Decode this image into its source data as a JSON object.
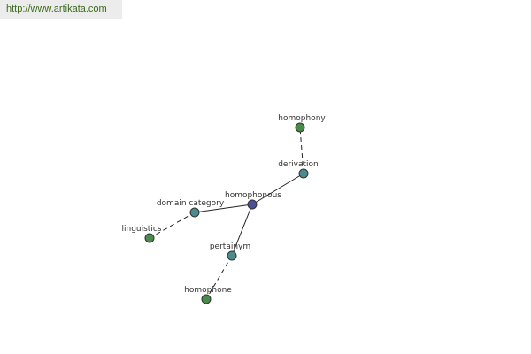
{
  "header": {
    "url": "http://www.artikata.com"
  },
  "graph": {
    "colors": {
      "center": "#4a4f9a",
      "relation": "#4a8c8c",
      "leaf": "#4a8a4a"
    },
    "nodes": [
      {
        "id": "homophonous",
        "label": "homophonous",
        "kind": "center"
      },
      {
        "id": "derivation",
        "label": "derivation",
        "kind": "relation"
      },
      {
        "id": "domain-category",
        "label": "domain category",
        "kind": "relation"
      },
      {
        "id": "pertainym",
        "label": "pertainym",
        "kind": "relation"
      },
      {
        "id": "homophony",
        "label": "homophony",
        "kind": "leaf"
      },
      {
        "id": "linguistics",
        "label": "linguistics",
        "kind": "leaf"
      },
      {
        "id": "homophone",
        "label": "homophone",
        "kind": "leaf"
      }
    ],
    "edges": [
      {
        "from": "homophonous",
        "to": "derivation",
        "style": "solid"
      },
      {
        "from": "homophonous",
        "to": "domain-category",
        "style": "solid"
      },
      {
        "from": "homophonous",
        "to": "pertainym",
        "style": "solid"
      },
      {
        "from": "derivation",
        "to": "homophony",
        "style": "dashed"
      },
      {
        "from": "domain-category",
        "to": "linguistics",
        "style": "dashed"
      },
      {
        "from": "pertainym",
        "to": "homophone",
        "style": "dashed"
      }
    ]
  }
}
